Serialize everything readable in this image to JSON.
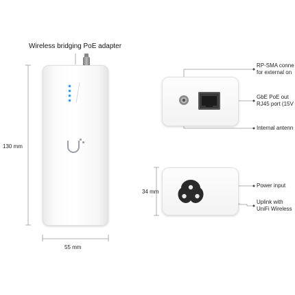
{
  "main_device": {
    "title": "Wireless bridging PoE adapter",
    "height_label": "130 mm",
    "width_label": "55 mm"
  },
  "top_view": {
    "labels": {
      "rp_sma_line1": "RP-SMA conne",
      "rp_sma_line2": "for external on",
      "gbe_line1": "GbE PoE out",
      "gbe_line2": "RJ45 port (15V",
      "internal_antenna": "Internal antenn"
    }
  },
  "bottom_view": {
    "depth_label": "34 mm",
    "labels": {
      "power_input": "Power input",
      "uplink_line1": "Uplink with",
      "uplink_line2": "UniFi Wireless"
    }
  }
}
